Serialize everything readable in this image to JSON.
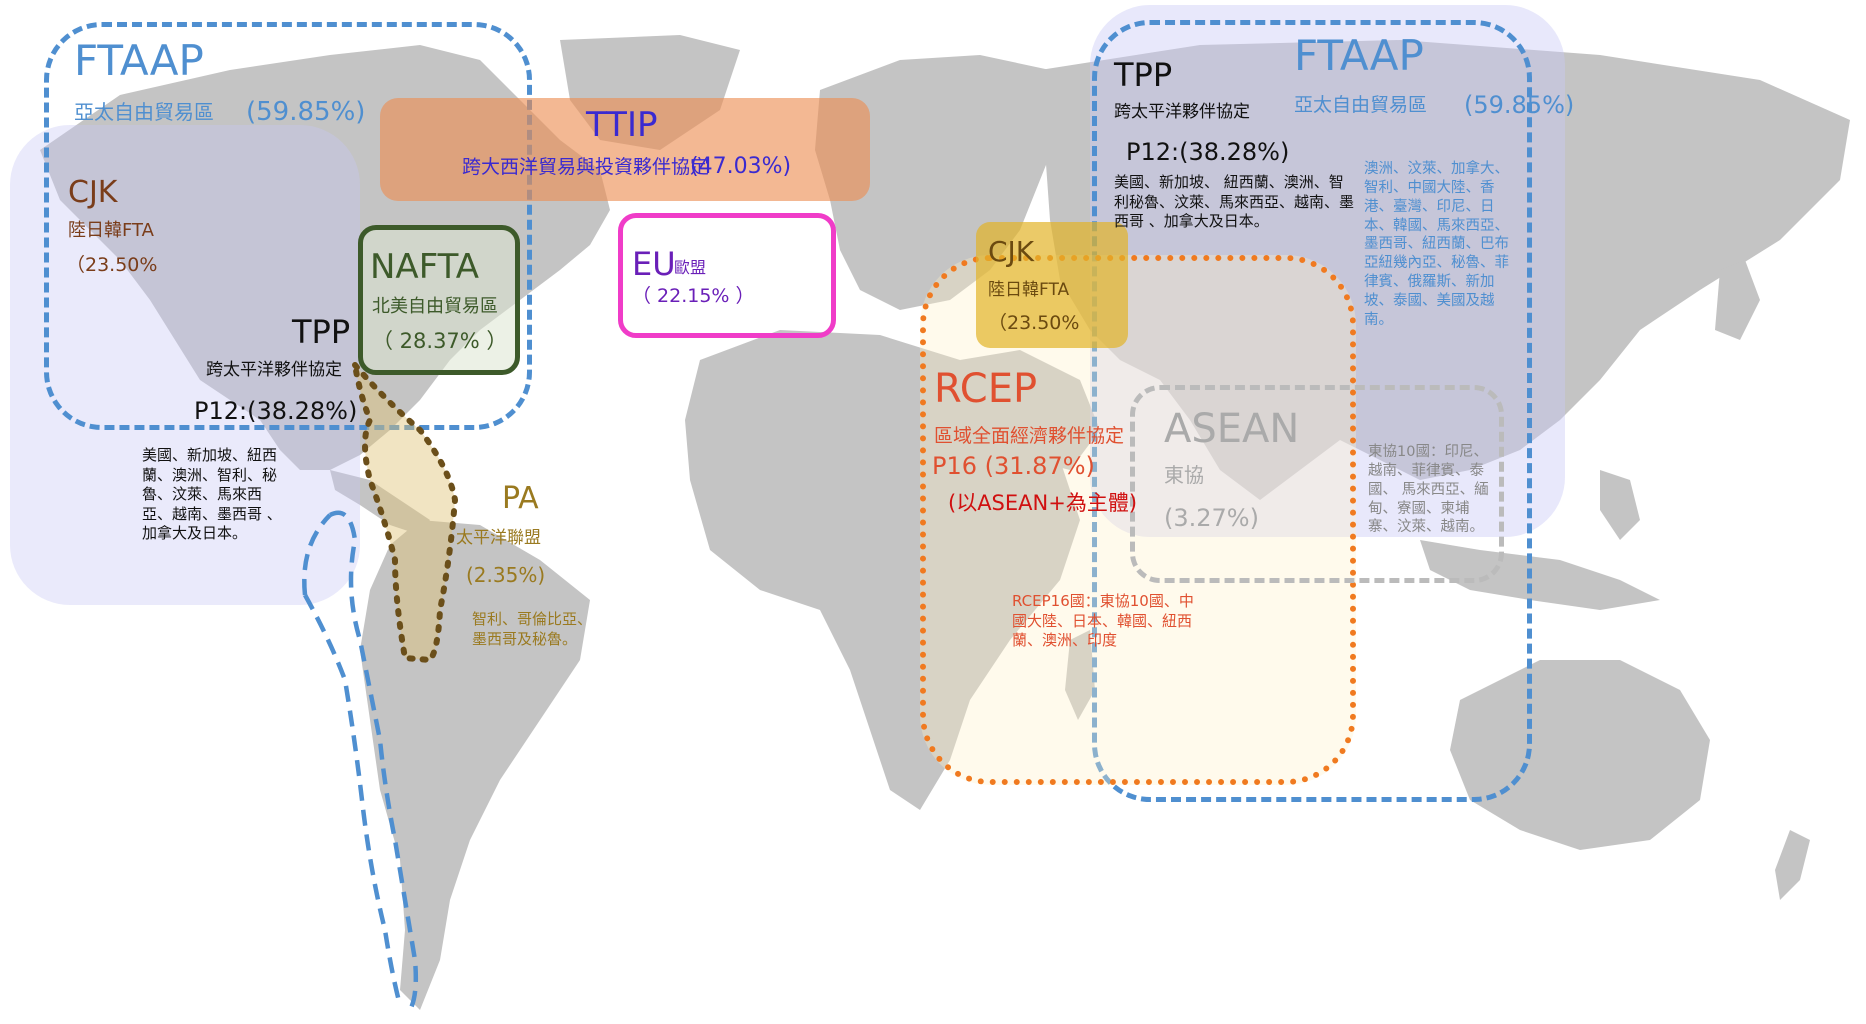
{
  "colors": {
    "ftaap": "#4f8fd0",
    "ttip": "#e8914f",
    "nafta": "#3d5a2a",
    "eu": "#f03cc8",
    "rcep": "#f07a20",
    "asean": "#bbbbbb",
    "pa": "#7a5a20",
    "cjk": "#d9a520",
    "land": "#c4c4c4"
  },
  "labels": {
    "ftaap_left": {
      "title": "FTAAP",
      "subtitle": "亞太自由貿易區",
      "pct": "(59.85%)"
    },
    "ftaap_right": {
      "title": "FTAAP",
      "subtitle": "亞太自由貿易區",
      "pct": "(59.85%)"
    },
    "cjk_left": {
      "title": "CJK",
      "subtitle": "陸日韓FTA",
      "pct": "（23.50%"
    },
    "cjk_right": {
      "title": "CJK",
      "subtitle": "陸日韓FTA",
      "pct": "（23.50%"
    },
    "ttip": {
      "title": "TTIP",
      "subtitle": "跨大西洋貿易與投資夥伴協定",
      "pct": "(47.03%)"
    },
    "nafta": {
      "title": "NAFTA",
      "subtitle": "北美自由貿易區",
      "pct": "（ 28.37% ）"
    },
    "eu": {
      "title": "EU",
      "subtitle": "歐盟",
      "pct": "（ 22.15% ）"
    },
    "tpp_left": {
      "title": "TPP",
      "subtitle": "跨太平洋夥伴協定",
      "p12": "P12:(38.28%)",
      "members": "美國、新加坡、紐西蘭、澳洲、智利、秘魯、汶萊、馬來西亞、越南、墨西哥 、加拿大及日本。"
    },
    "tpp_right": {
      "title": "TPP",
      "subtitle": "跨太平洋夥伴協定",
      "p12": "P12:(38.28%)",
      "members": "美國、新加坡、 紐西蘭、澳洲、智利秘魯、汶萊、馬來西亞、越南、墨西哥 、加拿大及日本。"
    },
    "pa": {
      "title": "PA",
      "subtitle": "太平洋聯盟",
      "pct": "(2.35%)",
      "members": "智利、哥倫比亞、墨西哥及秘魯。"
    },
    "rcep": {
      "title": "RCEP",
      "subtitle": "區域全面經濟夥伴協定",
      "p16": "P16 (31.87%)",
      "note": "(以ASEAN+為主體)",
      "members": "RCEP16國：東協10國、中國大陸、日本、韓國、紐西蘭、澳洲、印度"
    },
    "asean": {
      "title": "ASEAN",
      "subtitle": "東協",
      "pct": "(3.27%)",
      "members": "東協10國：印尼、越南、菲律賓、泰國、 馬來西亞、緬甸、寮國、柬埔寨、汶萊、越南。"
    },
    "ftaap_members": "澳洲、汶萊、加拿大、智利、中國大陸、香港、臺灣、印尼、日本、韓國、馬來西亞、墨西哥、紐西蘭、巴布亞紐幾內亞、秘魯、菲律賓、俄羅斯、新加坡、泰國、美國及越南。"
  }
}
